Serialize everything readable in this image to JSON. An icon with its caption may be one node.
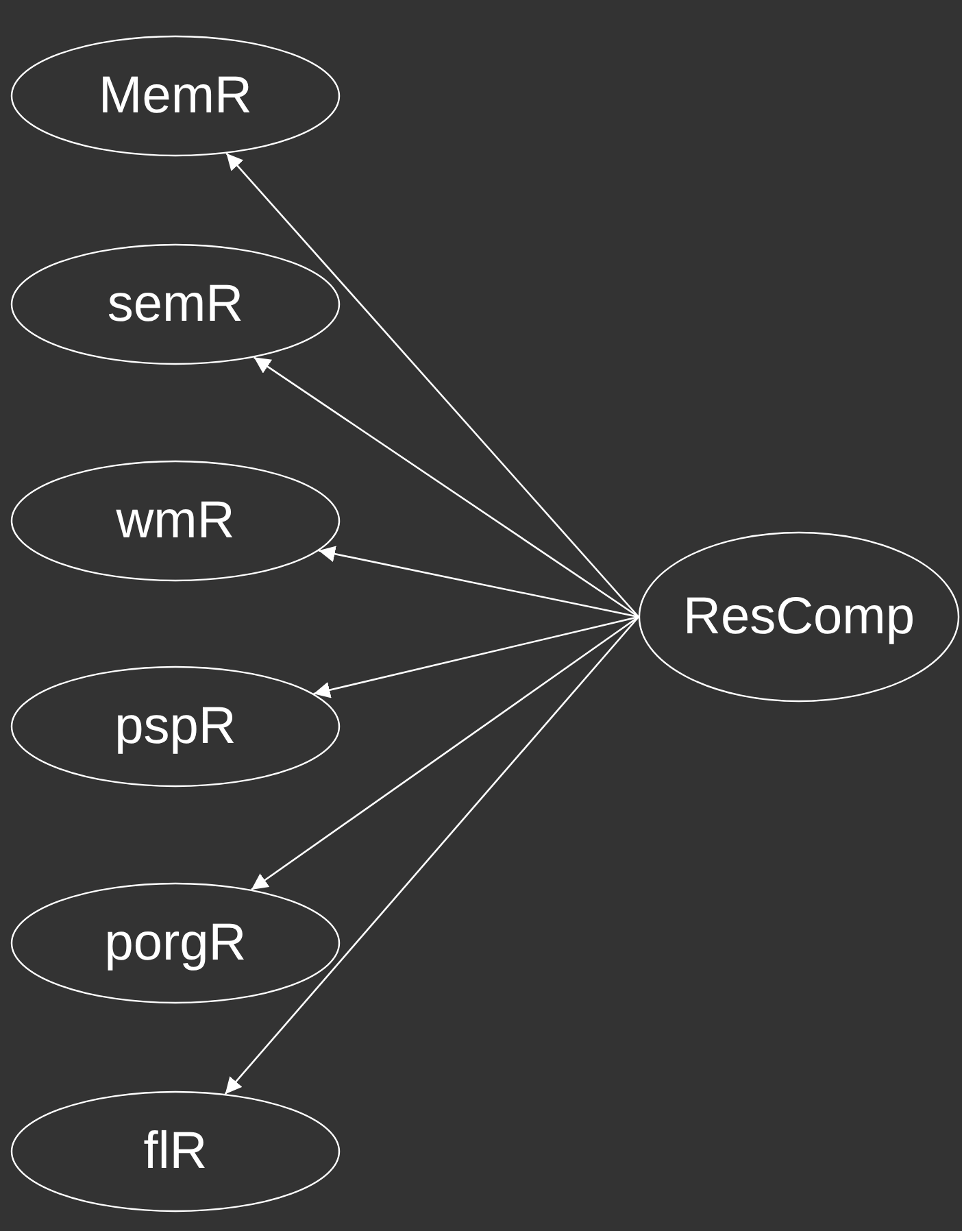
{
  "diagram": {
    "nodes": [
      {
        "text": [
          "MemR"
        ]
      },
      {
        "text": [
          "semR"
        ]
      },
      {
        "text": [
          "wmR"
        ]
      },
      {
        "text": [
          "pspR"
        ]
      },
      {
        "text": [
          "porgR"
        ]
      },
      {
        "text": [
          "flR"
        ]
      },
      {
        "text": [
          "ResComp"
        ]
      }
    ],
    "edges": [
      {
        "from": 6,
        "to": 0,
        "arrow": "to"
      },
      {
        "from": 6,
        "to": 1,
        "arrow": "to"
      },
      {
        "from": 6,
        "to": 2,
        "arrow": "to"
      },
      {
        "from": 6,
        "to": 3,
        "arrow": "to"
      },
      {
        "from": 6,
        "to": 4,
        "arrow": "to"
      },
      {
        "from": 6,
        "to": 5,
        "arrow": "to"
      }
    ]
  }
}
